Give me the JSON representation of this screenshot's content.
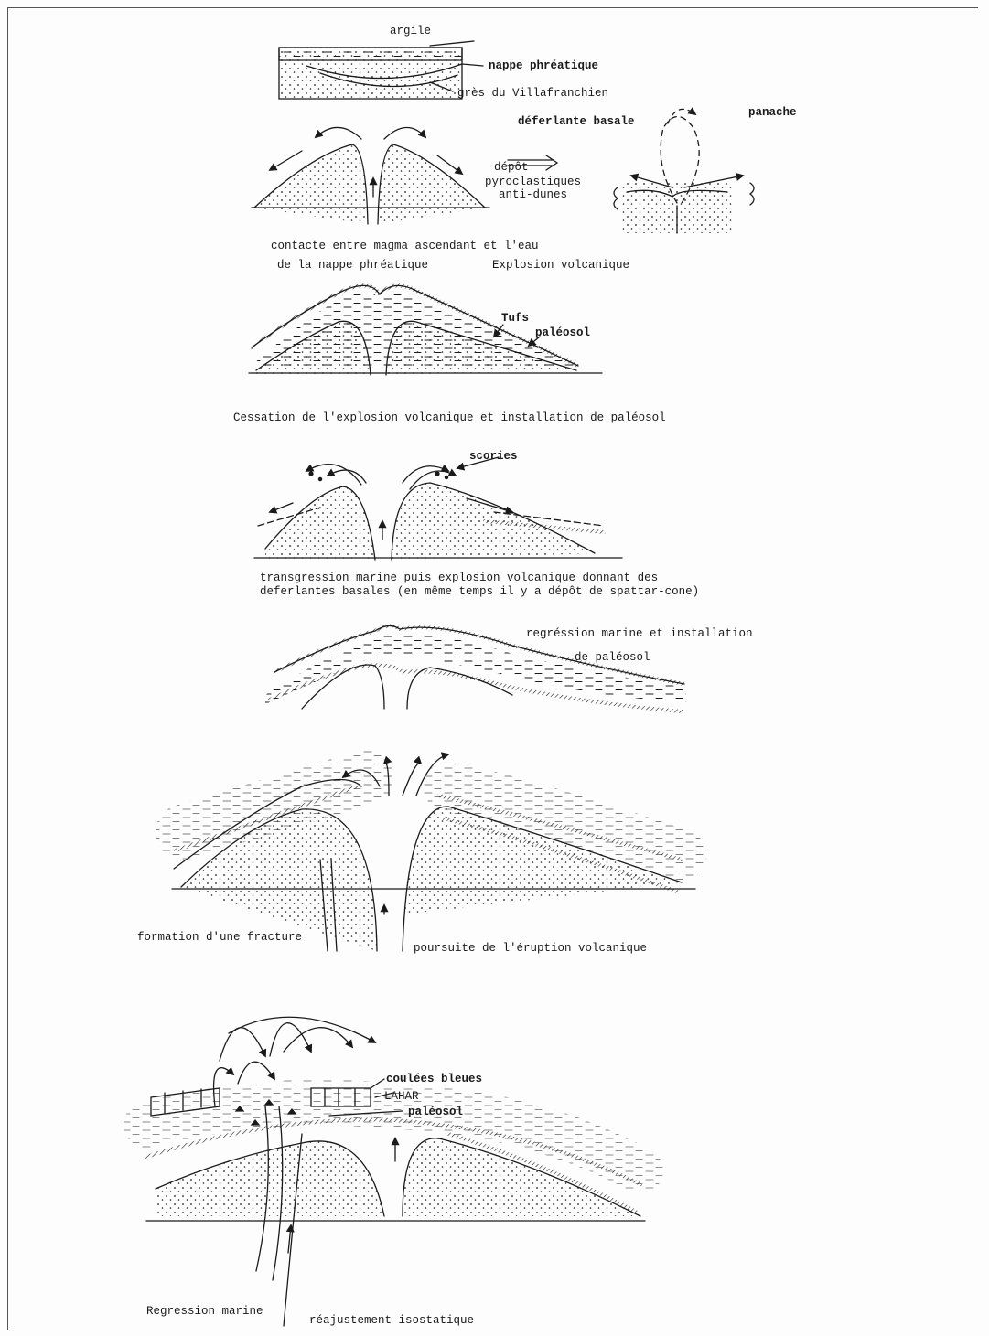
{
  "colors": {
    "ink": "#1a1a1a",
    "paper": "#fdfdfd"
  },
  "panel1": {
    "argile": "argile",
    "nappe": "nappe phréatique",
    "gres": "grès du Villafranchien"
  },
  "panel2": {
    "deferlante": "déferlante basale",
    "panache": "panache",
    "depot": "dépôt",
    "pyroclastiques": "pyroclastiques",
    "antidunes": "anti-dunes",
    "caption1": "contacte entre magma ascendant et l'eau",
    "caption2": "de la nappe phréatique",
    "caption3": "Explosion volcanique"
  },
  "panel3": {
    "tufs": "Tufs",
    "paleosol": "paléosol",
    "caption": "Cessation de l'explosion volcanique et installation de paléosol"
  },
  "panel4": {
    "scories": "scories",
    "caption1": "transgression marine puis explosion volcanique donnant des",
    "caption2": "deferlantes basales (en même temps il y a dépôt de spattar-cone)"
  },
  "panel5": {
    "caption1": "regréssion marine et installation",
    "caption2": "de paléosol"
  },
  "panel6": {
    "fracture": "formation d'une fracture",
    "poursuite": "poursuite de l'éruption volcanique"
  },
  "panel7": {
    "coulees": "coulées bleues",
    "lahar": "LAHAR",
    "paleosol": "paléosol",
    "regression": "Regression marine",
    "reajustement": "réajustement isostatique"
  }
}
